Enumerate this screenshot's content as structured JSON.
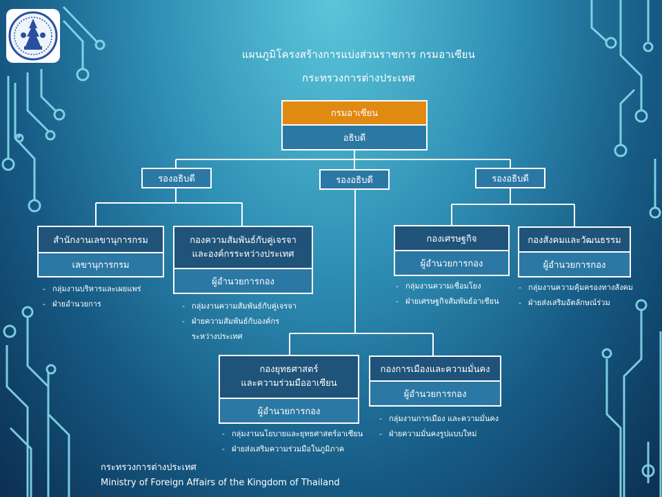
{
  "title_line1": "แผนภูมิโครงสร้างการแบ่งส่วนราชการ กรมอาเซียน",
  "title_line2": "กระทรวงการต่างประเทศ",
  "top": {
    "dept": "กรมอาเซียน",
    "head": "อธิบดี"
  },
  "deputies": [
    "รองอธิบดี",
    "รองอธิบดี",
    "รองอธิบดี"
  ],
  "divisions": {
    "secretary": {
      "name": "สำนักงานเลขานุการกรม",
      "head": "เลขานุการกรม",
      "subs": [
        "กลุ่มงานบริหารและเผยแพร่",
        "ฝ่ายอำนวยการ"
      ]
    },
    "dialogue": {
      "name_line1": "กองความสัมพันธ์กับคู่เจรจา",
      "name_line2": "และองค์กรระหว่างประเทศ",
      "head": "ผู้อำนวยการกอง",
      "subs": [
        "กลุ่มงานความสัมพันธ์กับคู่เจรจา"
      ],
      "sub2_line1": "ฝ่ายความสัมพันธ์กับองค์กร",
      "sub2_line2": "ระหว่างประเทศ"
    },
    "economic": {
      "name": "กองเศรษฐกิจ",
      "head": "ผู้อำนวยการกอง",
      "subs": [
        "กลุ่มงานความเชื่อมโยง",
        "ฝ่ายเศรษฐกิจสัมพันธ์อาเซียน"
      ]
    },
    "social": {
      "name": "กองสังคมและวัฒนธรรม",
      "head": "ผู้อำนวยการกอง",
      "subs": [
        "กลุ่มงานความคุ้มครองทางสังคม",
        "ฝ่ายส่งเสริมอัตลักษณ์ร่วม"
      ]
    },
    "strategy": {
      "name_line1": "กองยุทธศาสตร์",
      "name_line2": "และความร่วมมืออาเซียน",
      "head": "ผู้อำนวยการกอง",
      "subs": [
        "กลุ่มงานนโยบายและยุทธศาสตร์อาเซียน",
        "ฝ่ายส่งเสริมความร่วมมือในภูมิภาค"
      ]
    },
    "political": {
      "name": "กองการเมืองและความมั่นคง",
      "head": "ผู้อำนวยการกอง",
      "subs": [
        "กลุ่มงานการเมือง และความมั่นคง",
        "ฝ่ายความมั่นคงรูปแบบใหม่"
      ]
    }
  },
  "footer": {
    "thai": "กระทรวงการต่างประเทศ",
    "english": "Ministry of Foreign Affairs of the Kingdom of Thailand"
  },
  "colors": {
    "orange": "#e08a12",
    "dark_box": "#1f5379",
    "light_box": "#2b78a4"
  },
  "icons": {
    "logo": "ministry-emblem"
  }
}
